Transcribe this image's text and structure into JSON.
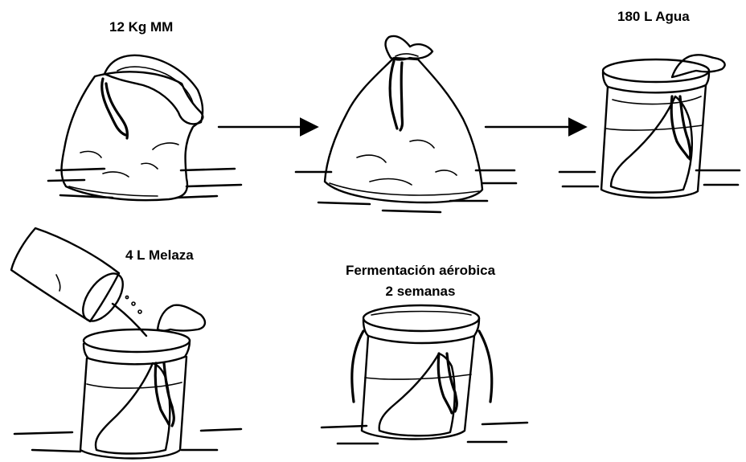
{
  "steps": [
    {
      "label": "12 Kg MM",
      "icon": "bag-open-icon"
    },
    {
      "label": "",
      "icon": "bag-tied-icon"
    },
    {
      "label": "180 L Agua",
      "icon": "bucket-with-bag-icon"
    },
    {
      "label": "4 L Melaza",
      "icon": "pouring-bucket-icon"
    },
    {
      "label_line1": "Fermentación aérobica",
      "label_line2": "2 semanas",
      "icon": "lidded-bucket-icon"
    }
  ],
  "arrows": [
    "arrow-right-icon",
    "arrow-right-icon"
  ],
  "colors": {
    "ink": "#000000",
    "background": "#ffffff"
  }
}
